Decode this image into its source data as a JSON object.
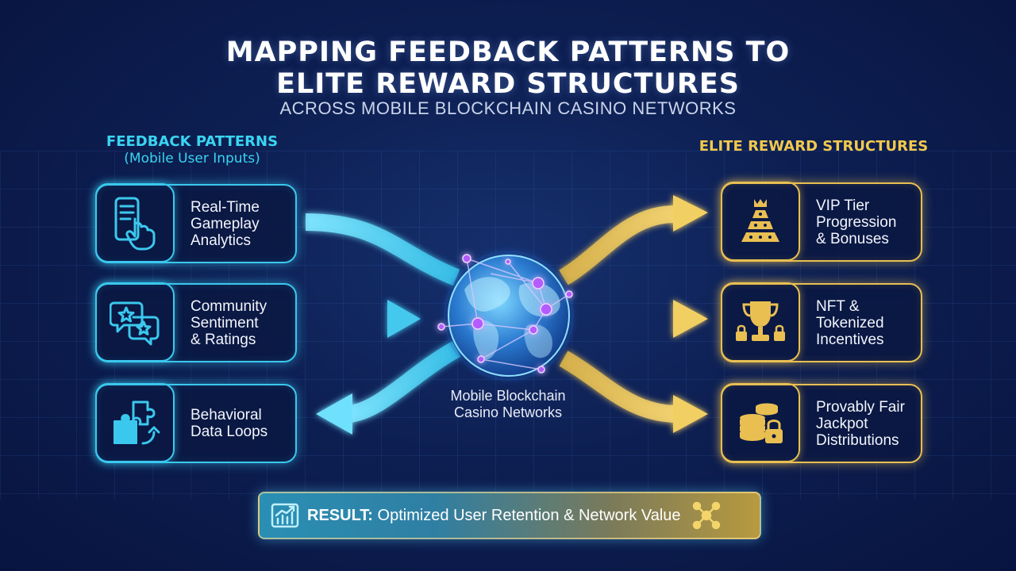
{
  "header": {
    "title_line1": "MAPPING FEEDBACK PATTERNS TO",
    "title_line2": "ELITE REWARD STRUCTURES",
    "subtitle": "ACROSS MOBILE BLOCKCHAIN CASINO NETWORKS"
  },
  "left_column": {
    "heading": "FEEDBACK PATTERNS",
    "subheading": "(Mobile User Inputs)",
    "items": [
      {
        "label": "Real-Time\nGameplay\nAnalytics",
        "icon": "phone-touch-icon"
      },
      {
        "label": "Community\nSentiment\n& Ratings",
        "icon": "chat-star-icon"
      },
      {
        "label": "Behavioral\nData Loops",
        "icon": "puzzle-icon"
      }
    ]
  },
  "right_column": {
    "heading": "ELITE REWARD STRUCTURES",
    "items": [
      {
        "label": "VIP Tier\nProgression\n& Bonuses",
        "icon": "crown-pyramid-icon"
      },
      {
        "label": "NFT &\nTokenized\nIncentives",
        "icon": "trophy-lock-icon"
      },
      {
        "label": "Provably Fair\nJackpot\nDistributions",
        "icon": "coins-lock-icon"
      }
    ]
  },
  "center": {
    "label": "Mobile Blockchain\nCasino Networks",
    "icon": "globe-network-icon"
  },
  "result": {
    "prefix": "RESULT:",
    "text": " Optimized User Retention & Network Value",
    "left_icon": "chart-growth-icon",
    "right_icon": "network-nodes-icon"
  },
  "colors": {
    "cyan": "#3bc8ee",
    "gold": "#e9bf52",
    "background": "#0d1f52",
    "node": "#b45cff"
  }
}
